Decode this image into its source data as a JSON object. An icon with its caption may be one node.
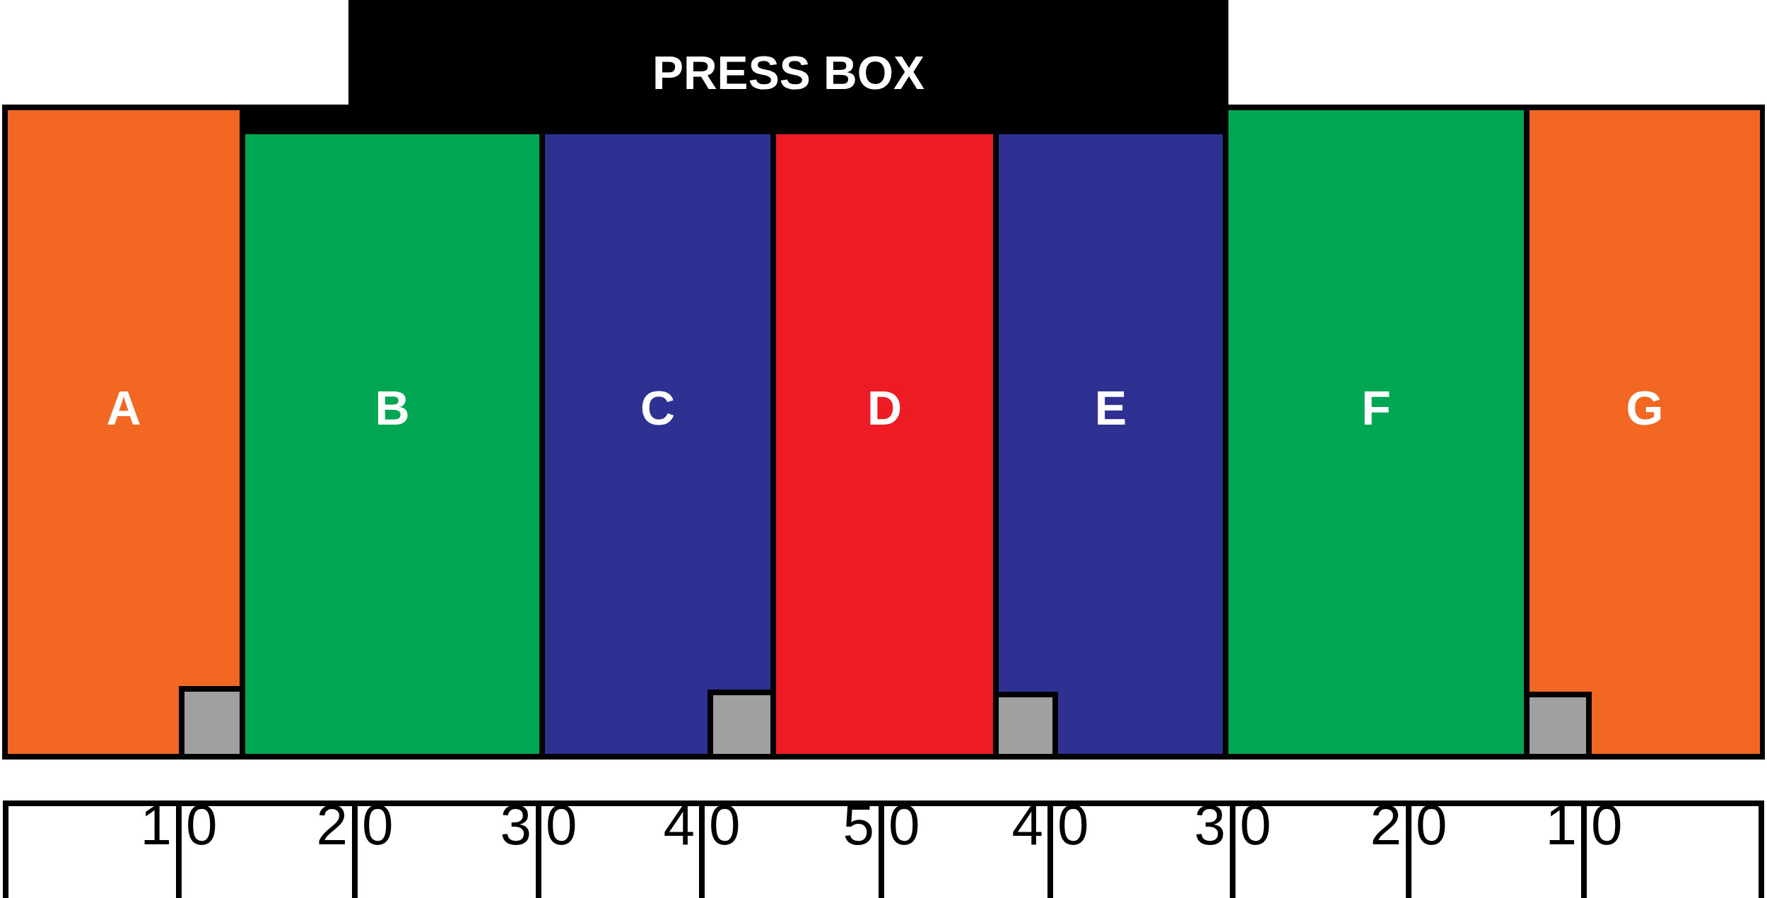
{
  "diagram": {
    "nodes": [
      {
        "text": [
          "PRESS BOX"
        ]
      },
      {
        "text": [
          "A"
        ]
      },
      {
        "text": [
          "B"
        ]
      },
      {
        "text": [
          "C"
        ]
      },
      {
        "text": [
          "D"
        ]
      },
      {
        "text": [
          "E"
        ]
      },
      {
        "text": [
          "F"
        ]
      },
      {
        "text": [
          "G"
        ]
      },
      {
        "text": [],
        "shape": "box",
        "in": 1
      },
      {
        "text": [],
        "shape": "box",
        "in": 3
      },
      {
        "text": [],
        "shape": "box",
        "in": 5
      },
      {
        "text": [],
        "shape": "box",
        "in": 7
      }
    ],
    "labels": [
      "1",
      "0",
      "2",
      "0",
      "3",
      "0",
      "4",
      "0",
      "5",
      "0",
      "4",
      "0",
      "3",
      "0",
      "2",
      "0",
      "1",
      "0"
    ]
  }
}
